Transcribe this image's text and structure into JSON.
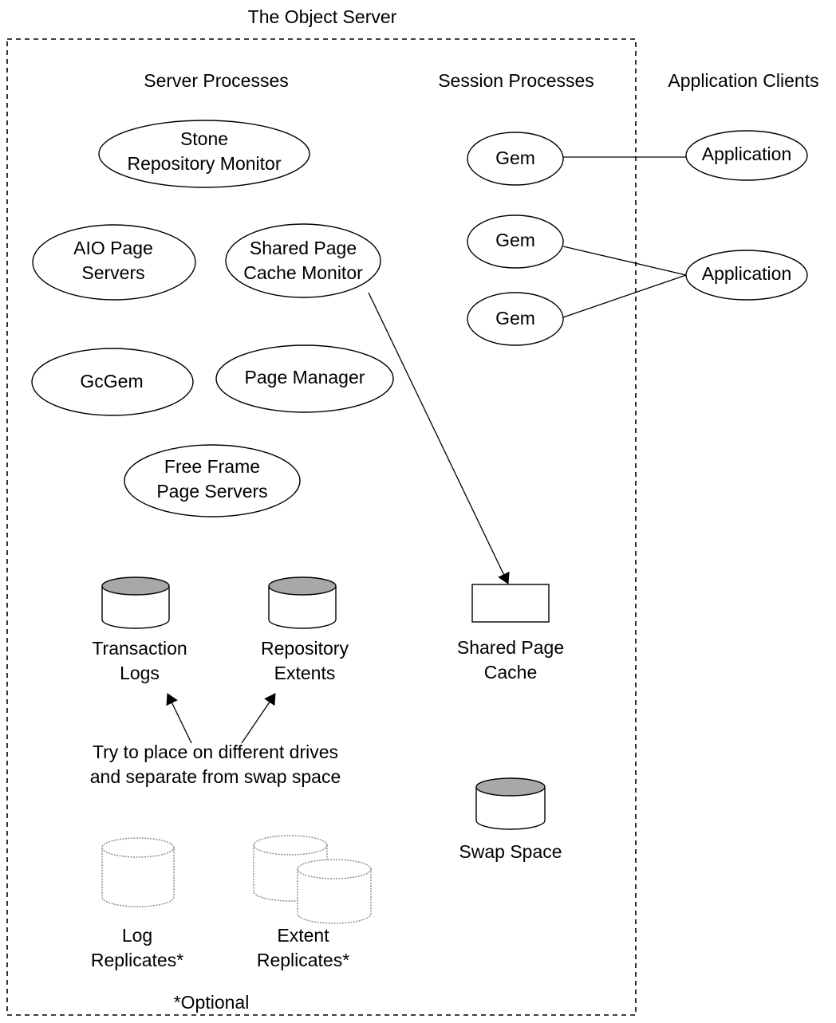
{
  "title": "The Object Server",
  "columns": {
    "server": "Server Processes",
    "session": "Session Processes",
    "clients": "Application Clients"
  },
  "server_processes": {
    "stone": [
      "Stone",
      "Repository Monitor"
    ],
    "aio": [
      "AIO Page",
      "Servers"
    ],
    "shared_cache_monitor": [
      "Shared Page",
      "Cache Monitor"
    ],
    "gcgem": "GcGem",
    "page_manager": "Page Manager",
    "free_frame": [
      "Free Frame",
      "Page Servers"
    ]
  },
  "session_processes": {
    "gem1": "Gem",
    "gem2": "Gem",
    "gem3": "Gem"
  },
  "clients": {
    "app1": "Application",
    "app2": "Application"
  },
  "storage": {
    "transaction_logs": [
      "Transaction",
      "Logs"
    ],
    "repository_extents": [
      "Repository",
      "Extents"
    ],
    "shared_page_cache": [
      "Shared Page",
      "Cache"
    ],
    "swap_space": "Swap Space",
    "log_replicates": [
      "Log",
      "Replicates*"
    ],
    "extent_replicates": [
      "Extent",
      "Replicates*"
    ]
  },
  "note": [
    "Try to place on different drives",
    "and separate from swap space"
  ],
  "footnote": "*Optional",
  "colors": {
    "line": "#000000",
    "cylinder_top": "#a8a8a8",
    "replicate": "#888888"
  }
}
